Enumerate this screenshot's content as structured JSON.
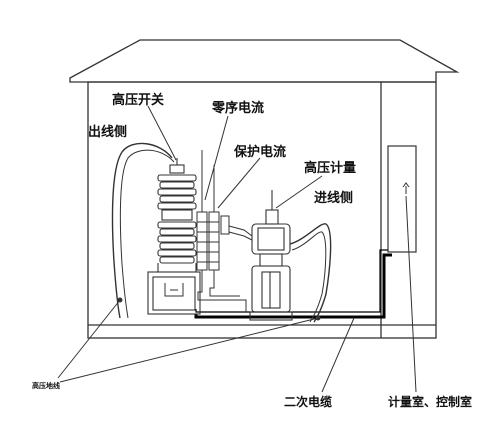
{
  "labels": {
    "high_voltage_switch": "高压开关",
    "outgoing_side": "出线侧",
    "zero_sequence_current": "零序电流",
    "protection_current": "保护电流",
    "high_voltage_metering": "高压计量",
    "incoming_side": "进线侧",
    "high_voltage_grounding": "高压地线",
    "secondary_cable": "二次电缆",
    "metering_control_room": "计量室、控制室"
  },
  "colors": {
    "line": "#333333",
    "cable": "#000000",
    "background": "#ffffff"
  }
}
